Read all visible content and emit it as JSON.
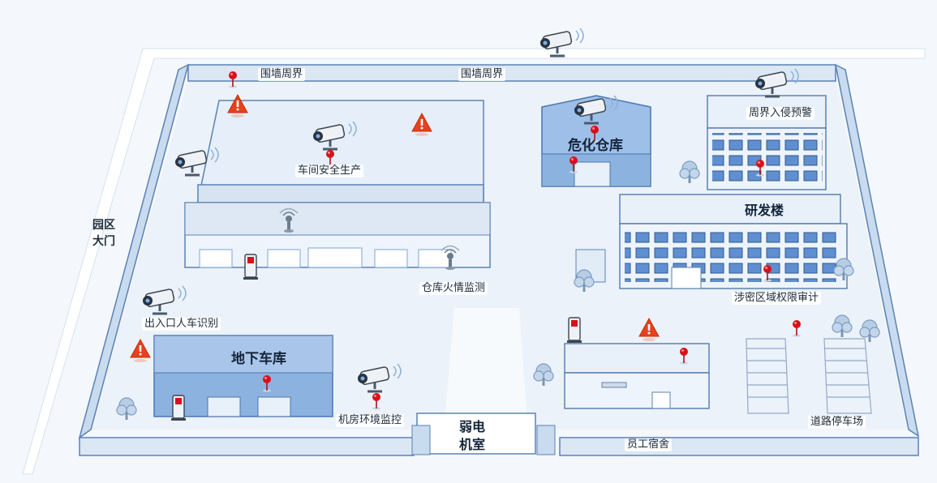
{
  "labels": {
    "wall_perimeter_left": "围墙周界",
    "wall_perimeter_center": "围墙周界",
    "park_gate_line1": "园区",
    "park_gate_line2": "大门",
    "workshop_safety": "车间安全生产",
    "warehouse_fire": "仓库火情监测",
    "hazard_warehouse": "危化仓库",
    "perimeter_intrusion": "周界入侵预警",
    "rnd_building": "研发楼",
    "classified_audit": "涉密区域权限审计",
    "entrance_recognition": "出入口人车识别",
    "underground_garage": "地下车库",
    "server_room_monitor": "机房环境监控",
    "weak_current_line1": "弱电",
    "weak_current_line2": "机室",
    "staff_dorm": "员工宿舍",
    "road_parking": "道路停车场"
  },
  "icons": {
    "camera": "cctv-camera-icon",
    "warning": "warning-triangle-icon",
    "marker": "map-pin-icon",
    "sensor": "smoke-sensor-icon",
    "terminal": "access-terminal-icon",
    "tree": "tree-icon"
  },
  "colors": {
    "wall": "#dbe7f3",
    "wall_stroke": "#5b82b3",
    "building_face": "#eef4fb",
    "building_dark": "#7fa6d6",
    "warning": "#e8411b",
    "marker": "#d9101a"
  }
}
